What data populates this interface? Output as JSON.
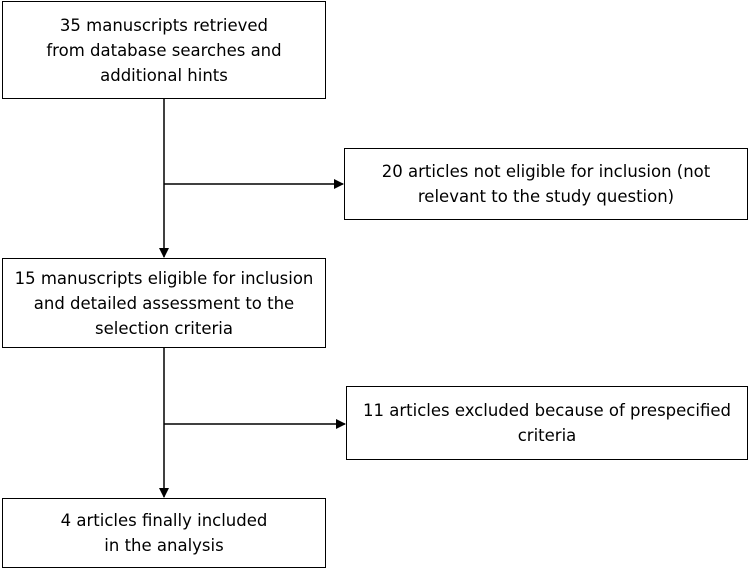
{
  "boxes": {
    "retrieved": "35 manuscripts retrieved\nfrom database searches and\nadditional hints",
    "excluded_not_eligible": "20 articles not eligible for inclusion (not\nrelevant to the study question)",
    "eligible": "15 manuscripts eligible for inclusion\nand detailed assessment to the\nselection criteria",
    "excluded_prespecified": "11 articles excluded because of prespecified\ncriteria",
    "included": "4 articles finally included\nin the analysis"
  },
  "colors": {
    "line": "#000000",
    "box_border": "#000000",
    "background": "#ffffff"
  }
}
